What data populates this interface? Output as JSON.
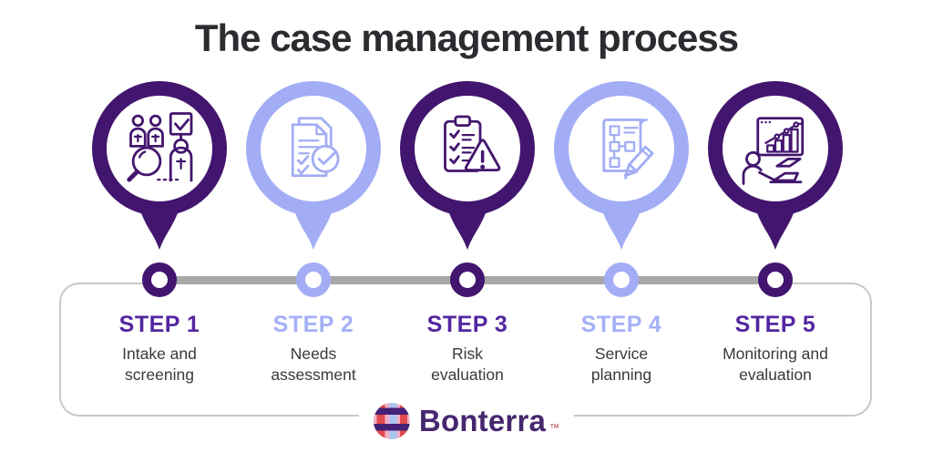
{
  "title": "The case management process",
  "steps": [
    {
      "label": "STEP 1",
      "description": "Intake and\nscreening",
      "icon": "intake-screening-icon",
      "theme": "dark"
    },
    {
      "label": "STEP 2",
      "description": "Needs\nassessment",
      "icon": "needs-assessment-icon",
      "theme": "light"
    },
    {
      "label": "STEP 3",
      "description": "Risk\nevaluation",
      "icon": "risk-evaluation-icon",
      "theme": "dark"
    },
    {
      "label": "STEP 4",
      "description": "Service\nplanning",
      "icon": "service-planning-icon",
      "theme": "light"
    },
    {
      "label": "STEP 5",
      "description": "Monitoring and\nevaluation",
      "icon": "monitoring-evaluation-icon",
      "theme": "dark"
    }
  ],
  "footer": {
    "brand": "Bonterra",
    "trademark": "™"
  },
  "colors": {
    "pin_dark": "#42166e",
    "pin_light": "#a2adf5",
    "label_dark": "#5326a0",
    "label_light": "#a5b0f7",
    "step_text": "#3a3a3c",
    "title_text": "#2d2b30",
    "timeline_gray": "#a9a7a7",
    "panel_border": "#c9c7c7",
    "brand_purple": "#46276f",
    "logo_red": "#e04a4e",
    "logo_pink": "#f2afc9",
    "logo_blue": "#a9c4f0",
    "logo_purple": "#452077"
  }
}
